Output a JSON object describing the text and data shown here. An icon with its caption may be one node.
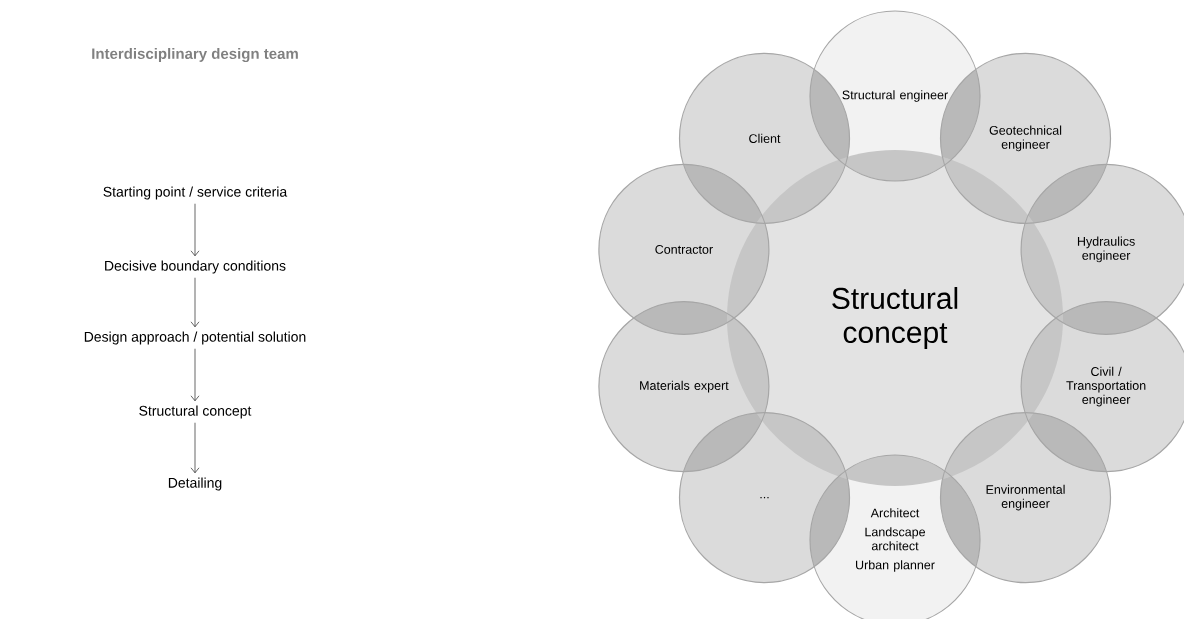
{
  "diagram": {
    "title": "Interdisciplinary design team",
    "nodes": [
      {
        "text": [
          "Starting point / service criteria"
        ]
      },
      {
        "text": [
          "Decisive boundary conditions"
        ]
      },
      {
        "text": [
          "Design approach / potential solution"
        ]
      },
      {
        "text": [
          "Structural concept"
        ]
      },
      {
        "text": [
          "Detailing"
        ]
      },
      {
        "text": [
          "Structural concept"
        ]
      },
      {
        "text": [
          "Structural engineer"
        ]
      },
      {
        "text": [
          "Geotechnical engineer"
        ]
      },
      {
        "text": [
          "Hydraulics engineer"
        ]
      },
      {
        "text": [
          "Civil / Transportation engineer"
        ]
      },
      {
        "text": [
          "Environmental engineer"
        ]
      },
      {
        "text": [
          "Architect",
          "Landscape architect",
          "Urban planner"
        ]
      },
      {
        "text": [
          "..."
        ]
      },
      {
        "text": [
          "Materials expert"
        ]
      },
      {
        "text": [
          "Contractor"
        ]
      },
      {
        "text": [
          "Client"
        ]
      }
    ],
    "edges": [
      {
        "from": 0,
        "to": 1,
        "arrow": "to"
      },
      {
        "from": 1,
        "to": 2,
        "arrow": "to"
      },
      {
        "from": 2,
        "to": 3,
        "arrow": "to"
      },
      {
        "from": 3,
        "to": 4,
        "arrow": "to"
      }
    ]
  }
}
